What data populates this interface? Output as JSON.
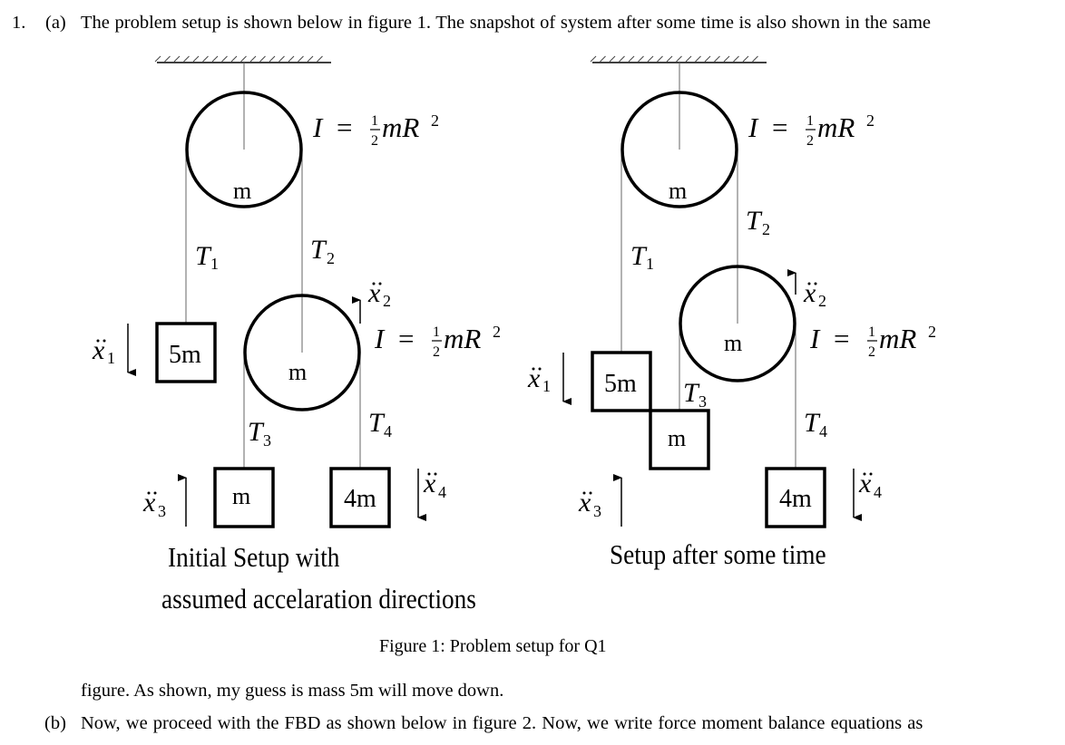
{
  "document": {
    "item_number": "1.",
    "part_a": {
      "label": "(a)",
      "line1": "The problem setup is shown below in figure 1.  The snapshot of system after some time is also shown in the same",
      "line2": "figure.  As shown, my guess is mass 5m will move down."
    },
    "part_b": {
      "label": "(b)",
      "line1": "Now, we proceed with the FBD as shown below in figure 2.  Now, we write force moment balance equations as"
    }
  },
  "figure": {
    "caption": "Figure 1: Problem setup for Q1",
    "left_panel": {
      "caption_line1": "Initial Setup with",
      "caption_line2": "assumed accelaration directions",
      "top_pulley": {
        "mass_label": "m",
        "inertia_label": "I = ½mR²"
      },
      "lower_pulley": {
        "mass_label": "m",
        "inertia_label": "I = ½mR²"
      },
      "blocks": [
        {
          "id": "block-1",
          "label": "5m"
        },
        {
          "id": "block-3",
          "label": "m"
        },
        {
          "id": "block-4",
          "label": "4m"
        }
      ],
      "tensions": [
        "T1",
        "T2",
        "T3",
        "T4"
      ],
      "accelerations": [
        {
          "name": "x1",
          "direction": "down"
        },
        {
          "name": "x2",
          "direction": "up"
        },
        {
          "name": "x3",
          "direction": "up"
        },
        {
          "name": "x4",
          "direction": "down"
        }
      ]
    },
    "right_panel": {
      "caption_line1": "Setup after some time",
      "top_pulley": {
        "mass_label": "m",
        "inertia_label": "I = ½mR²"
      },
      "lower_pulley": {
        "mass_label": "m",
        "inertia_label": "I = ½mR²"
      },
      "blocks": [
        {
          "id": "block-1",
          "label": "5m"
        },
        {
          "id": "block-3",
          "label": "m"
        },
        {
          "id": "block-4",
          "label": "4m"
        }
      ],
      "tensions": [
        "T1",
        "T2",
        "T3",
        "T4"
      ],
      "accelerations": [
        {
          "name": "x1",
          "direction": "down"
        },
        {
          "name": "x2",
          "direction": "up"
        },
        {
          "name": "x3",
          "direction": "up"
        },
        {
          "name": "x4",
          "direction": "down"
        }
      ]
    },
    "math_tokens": {
      "I": "I",
      "eq": "=",
      "one": "1",
      "two": "2",
      "mR": "mR",
      "sq": "2",
      "T": "T",
      "x": "x",
      "sub1": "1",
      "sub2": "2",
      "sub3": "3",
      "sub4": "4"
    }
  }
}
